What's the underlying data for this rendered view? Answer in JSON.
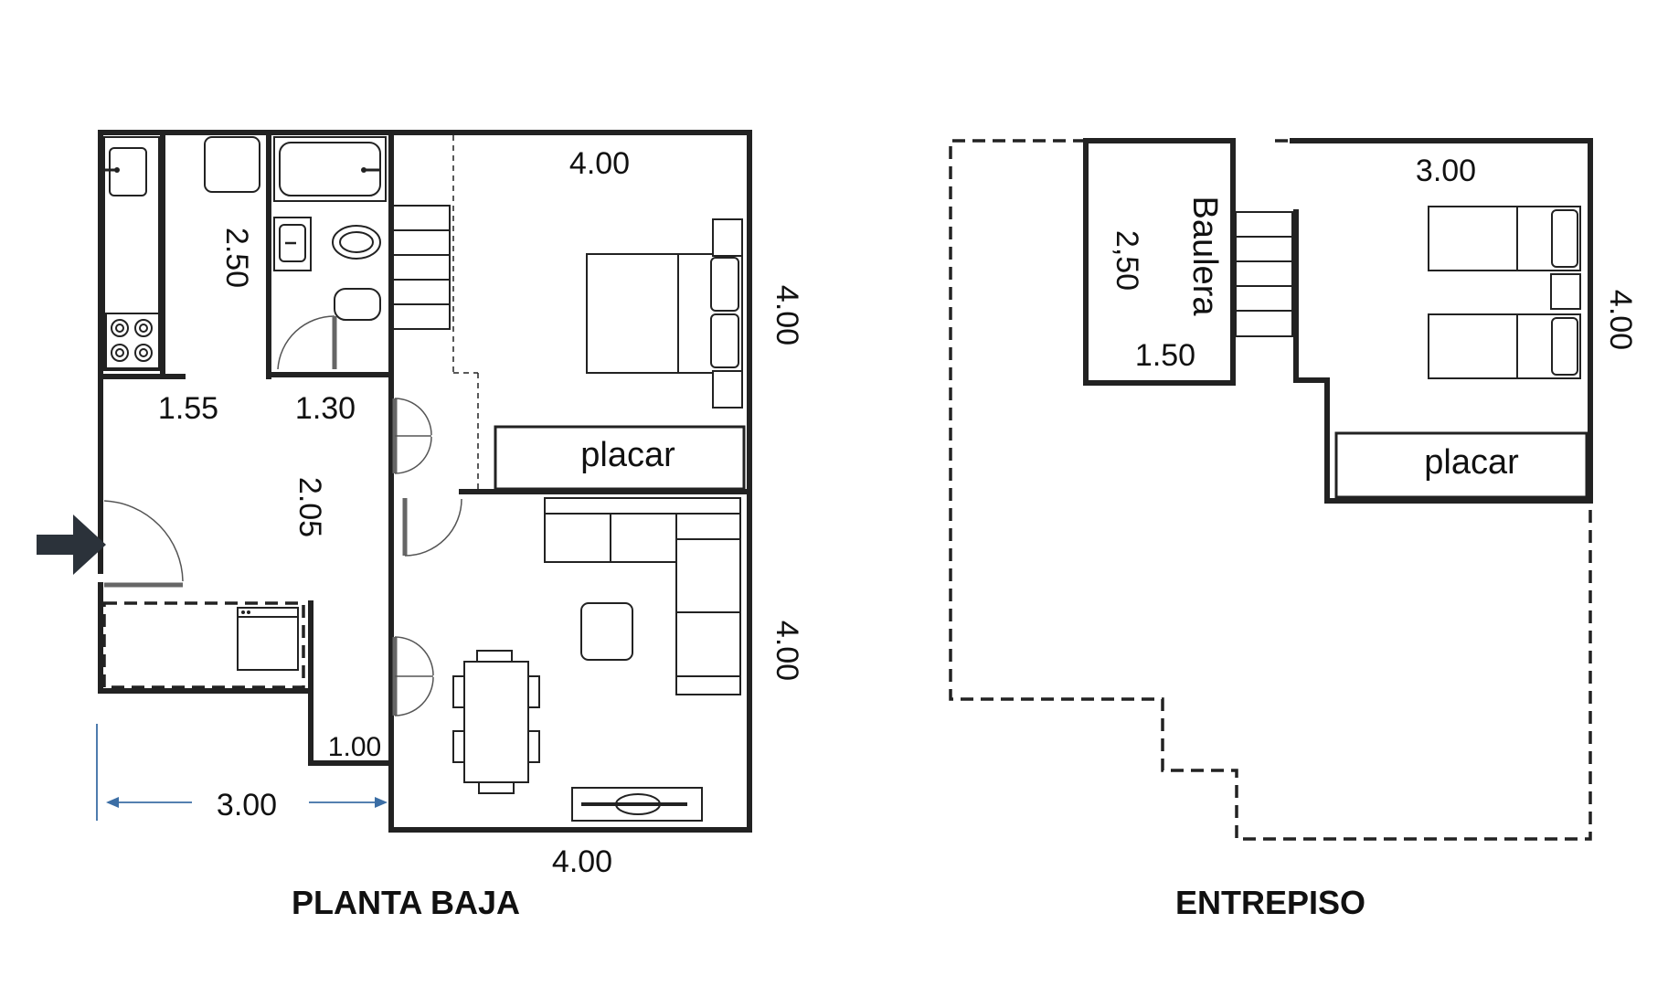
{
  "titles": {
    "ground_floor": "PLANTA BAJA",
    "mezzanine": "ENTREPISO"
  },
  "ground_floor": {
    "dimensions": {
      "bedroom_width": "4.00",
      "bedroom_depth": "4.00",
      "bathroom_depth": "2.50",
      "kitchen_width": "1.55",
      "bathroom_width": "1.30",
      "hall_depth": "2.05",
      "living_depth": "4.00",
      "step_width": "1.00",
      "total_width": "3.00",
      "living_width": "4.00"
    },
    "labels": {
      "closet": "placar"
    }
  },
  "mezzanine": {
    "dimensions": {
      "room_width": "3.00",
      "room_depth": "4.00",
      "storage_depth": "2,50",
      "storage_width": "1.50"
    },
    "labels": {
      "storage": "Baulera",
      "closet": "placar"
    }
  },
  "colors": {
    "wall": "#222222",
    "dimension_arrow": "#3b6ea5",
    "entry_arrow": "#2b323a"
  },
  "icons": [
    "entry-arrow-icon",
    "stove-icon",
    "sink-icon",
    "toilet-icon",
    "bathtub-icon",
    "washing-machine-icon"
  ]
}
